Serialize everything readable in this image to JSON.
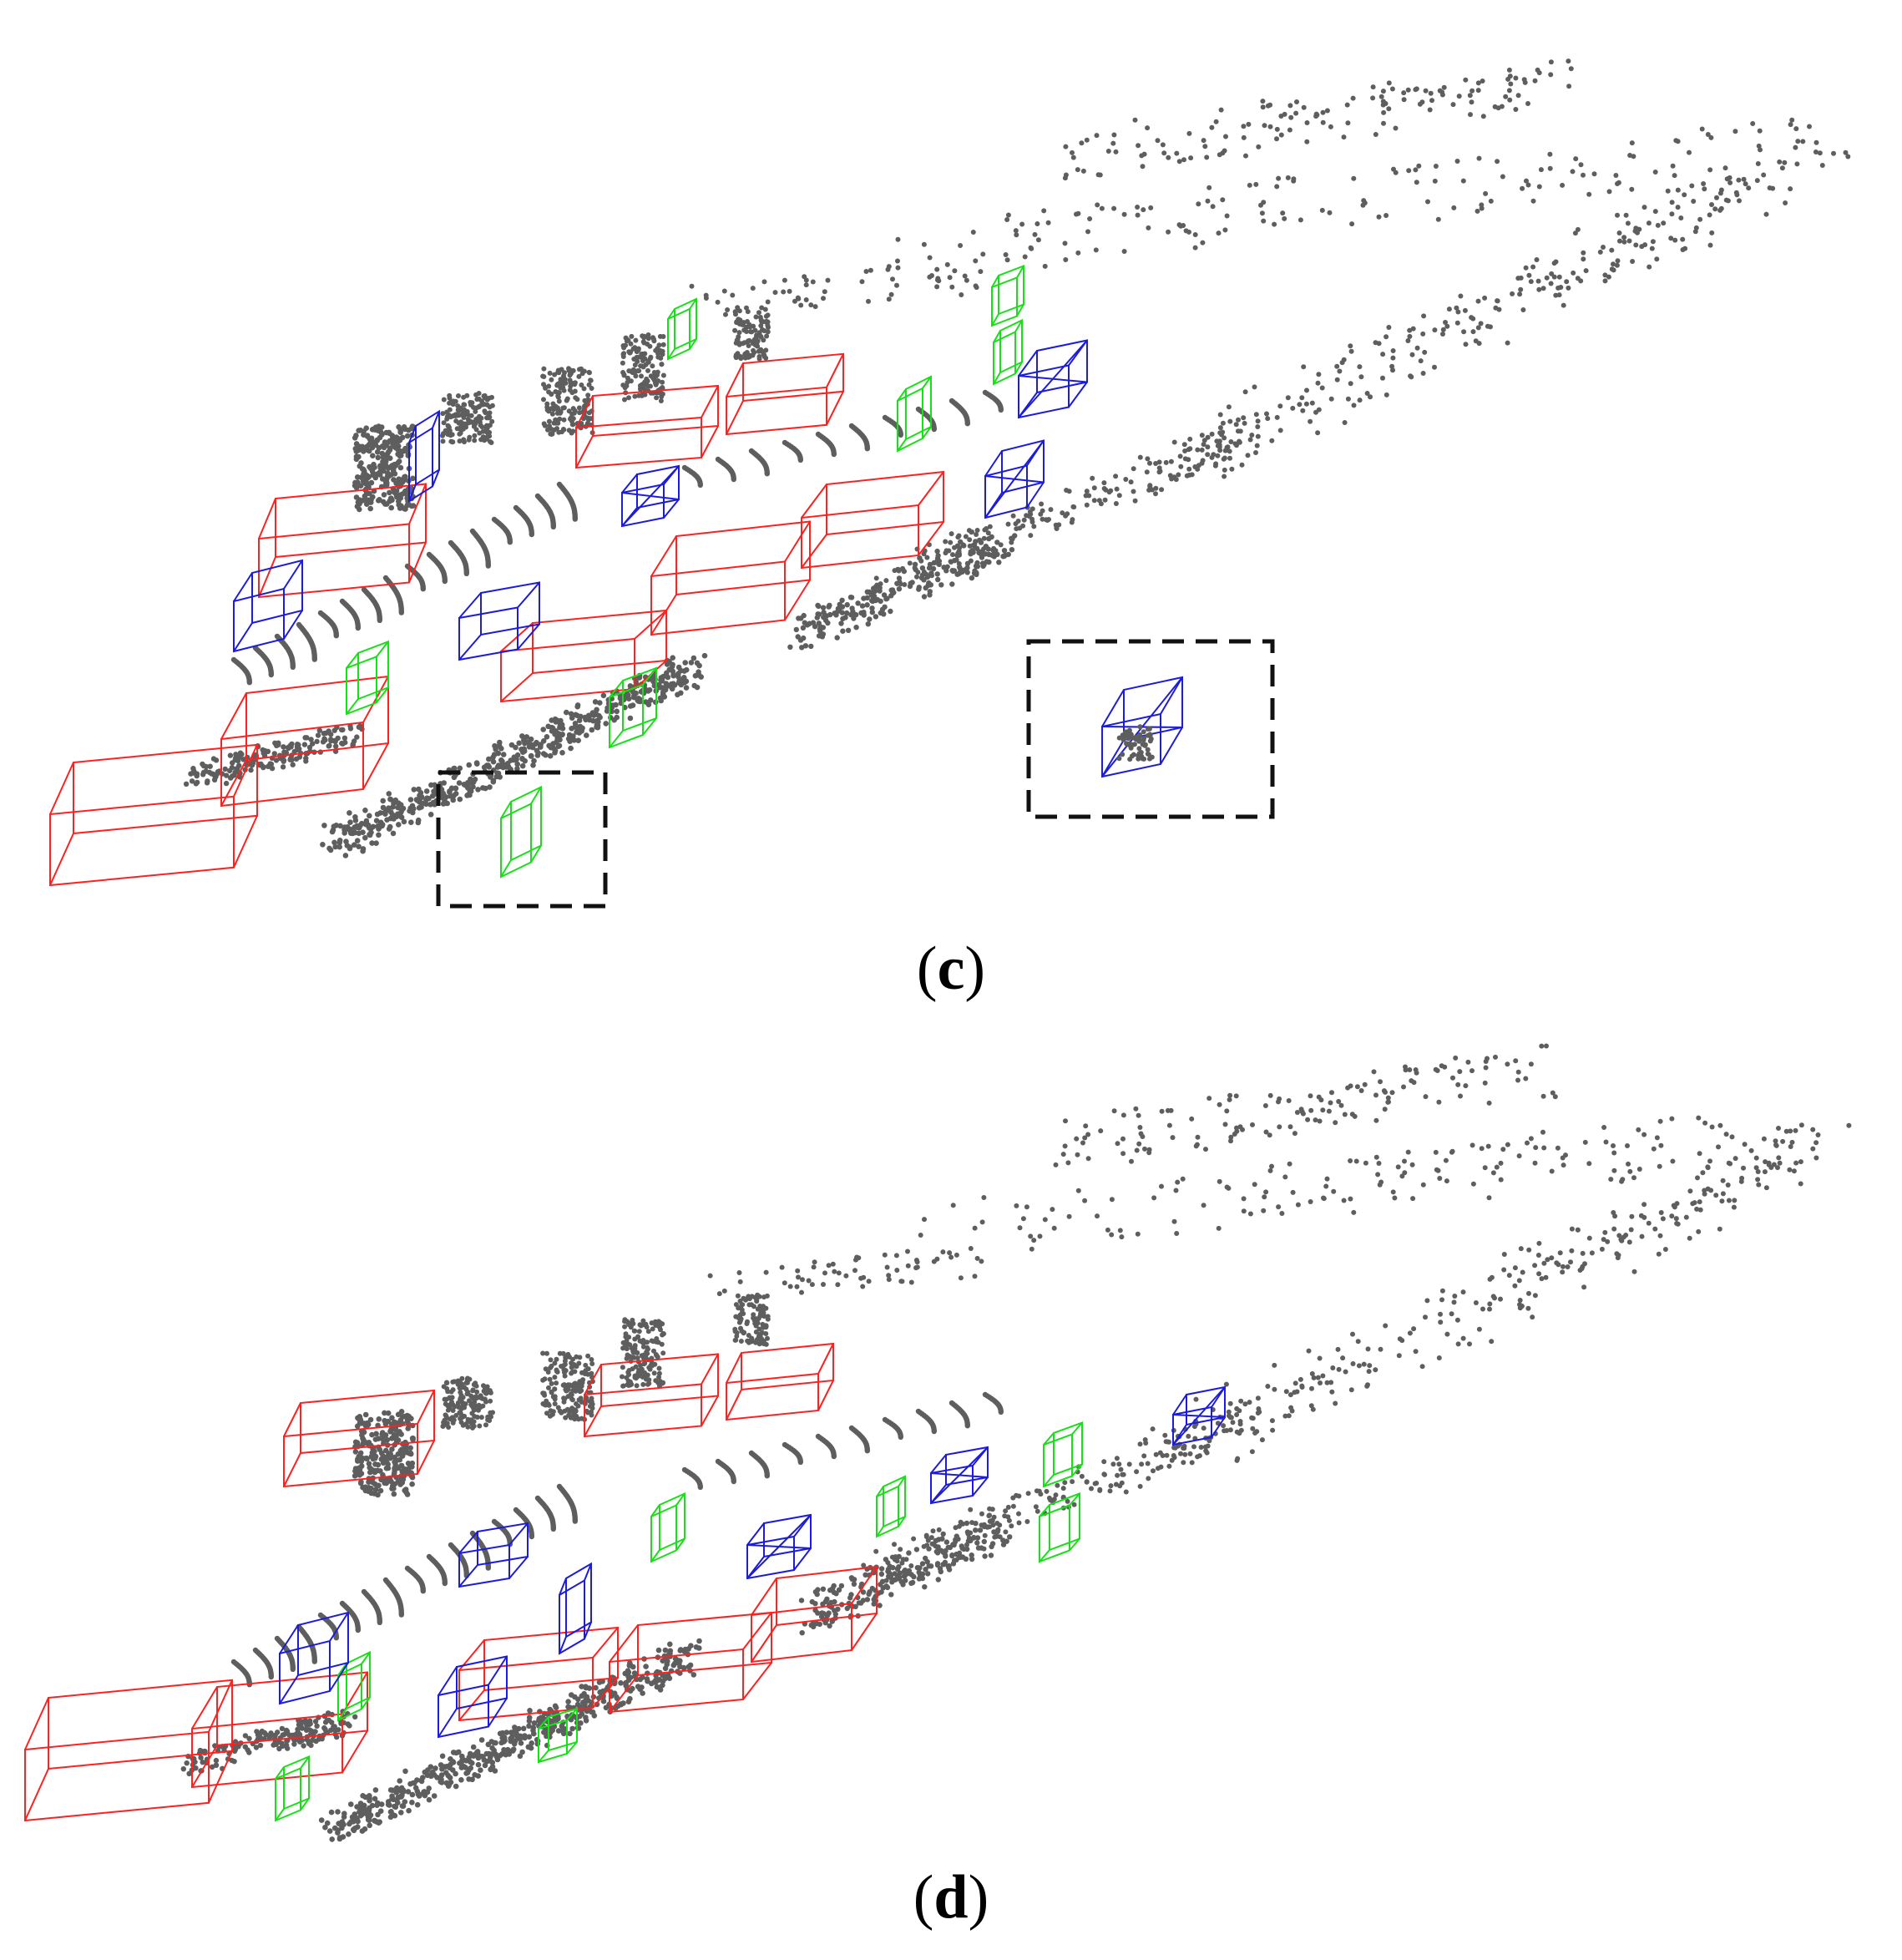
{
  "panels": [
    {
      "id": "c",
      "label_open": "(",
      "label_letter": "c",
      "label_close": ")"
    },
    {
      "id": "d",
      "label_open": "(",
      "label_letter": "d",
      "label_close": ")"
    }
  ],
  "colors": {
    "points": "#5e5e5e",
    "car_box": "#ff2020",
    "pedestrian_box": "#18e018",
    "cyclist_box": "#1c1cdc",
    "highlight_box": "#111111"
  },
  "legend_semantics": {
    "red": "car",
    "green": "pedestrian",
    "blue": "cyclist"
  }
}
